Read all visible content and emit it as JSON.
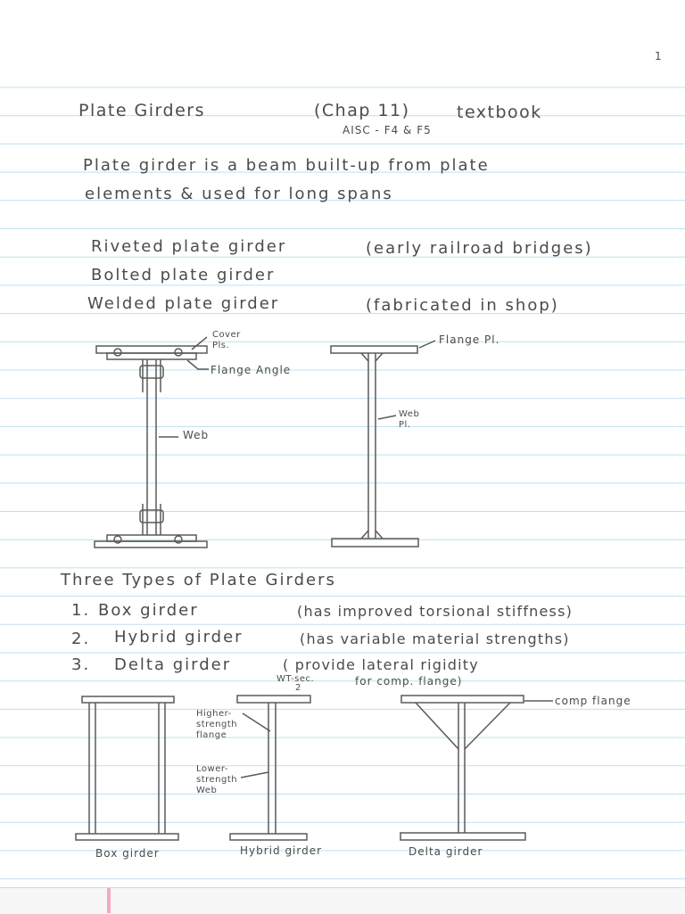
{
  "page_number": "1",
  "header": {
    "title": "Plate Girders",
    "chapter": "(Chap 11)",
    "textbook": "textbook",
    "reference": "AISC - F4 & F5"
  },
  "definition": {
    "line1": "Plate girder   is   a  beam  built-up  from  plate",
    "line2": "elements   &   used   for  long  spans"
  },
  "girder_kinds": [
    {
      "name": "Riveted plate girder",
      "note": "(early railroad bridges)"
    },
    {
      "name": "Bolted plate girder",
      "note": ""
    },
    {
      "name": "Welded plate girder",
      "note": "(fabricated in shop)"
    }
  ],
  "figure1": {
    "cover_label": "Cover\nPls.",
    "flange_angle_label": "Flange Angle",
    "web_label": "Web",
    "flange_pl_label": "Flange Pl.",
    "web_pl_label": "Web\nPl."
  },
  "types": {
    "heading": "Three Types of Plate Girders",
    "items": [
      {
        "num": "1.",
        "name": "Box girder",
        "note": "(has improved torsional stiffness)"
      },
      {
        "num": "2.",
        "name": "Hybrid girder",
        "note": "(has variable material strengths)"
      },
      {
        "num": "3.",
        "name": "Delta girder",
        "note": "( provide lateral rigidity",
        "note2": "for comp. flange)"
      }
    ]
  },
  "figure2": {
    "wt_label": "WT-sec.",
    "wt_sub": "2",
    "higher_strength_label": "Higher-\nstrength\nflange",
    "lower_strength_label": "Lower-\nstrength\nWeb",
    "comp_flange_label": "comp flange",
    "box_caption": "Box girder",
    "hybrid_caption": "Hybrid girder",
    "delta_caption": "Delta girder"
  },
  "colors": {
    "ink": "#4b4b4b",
    "rule_line": "#bfe0ee",
    "margin_mark": "#f3a9c6"
  }
}
